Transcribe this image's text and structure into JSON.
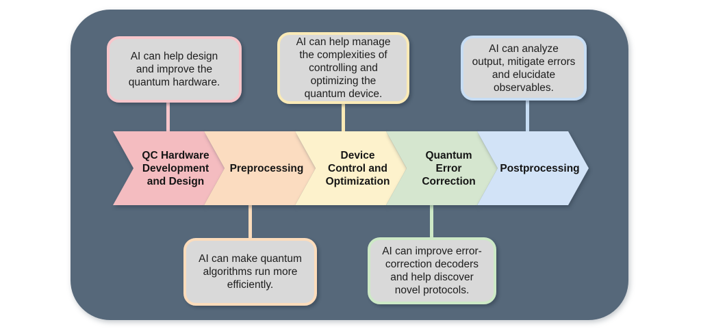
{
  "colors": {
    "canvas": "#ffffff",
    "panel": "#56687a",
    "callout_fill": "#d9d9d9",
    "text": "#1c1c1c"
  },
  "process": {
    "steps": [
      {
        "label": "QC Hardware\nDevelopment\nand Design",
        "color": "#f4bcc0",
        "accent": "#f7c6cb"
      },
      {
        "label": "Preprocessing",
        "color": "#fbdcc0",
        "accent": "#fcdcbb"
      },
      {
        "label": "Device\nControl and\nOptimization",
        "color": "#fdf2cc",
        "accent": "#faeab6"
      },
      {
        "label": "Quantum\nError\nCorrection",
        "color": "#d5e6cf",
        "accent": "#cde9c6"
      },
      {
        "label": "Postprocessing",
        "color": "#d2e3f7",
        "accent": "#c7ddf4"
      }
    ]
  },
  "callouts": [
    {
      "id": "hardware-design",
      "text": "AI can help design\nand improve the\nquantum hardware.",
      "accent": "#f7c6cb"
    },
    {
      "id": "device-control",
      "text": "AI can help manage\nthe complexities of\ncontrolling and\noptimizing the\nquantum device.",
      "accent": "#faeab6"
    },
    {
      "id": "postprocessing",
      "text": "AI can analyze\noutput, mitigate errors\nand elucidate\nobservables.",
      "accent": "#c7ddf4"
    },
    {
      "id": "preprocessing",
      "text": "AI can make quantum\nalgorithms run more\nefficiently.",
      "accent": "#fcdcbb"
    },
    {
      "id": "error-correction",
      "text": "AI can improve error-\ncorrection decoders\nand help discover\nnovel protocols.",
      "accent": "#cde9c6"
    }
  ]
}
